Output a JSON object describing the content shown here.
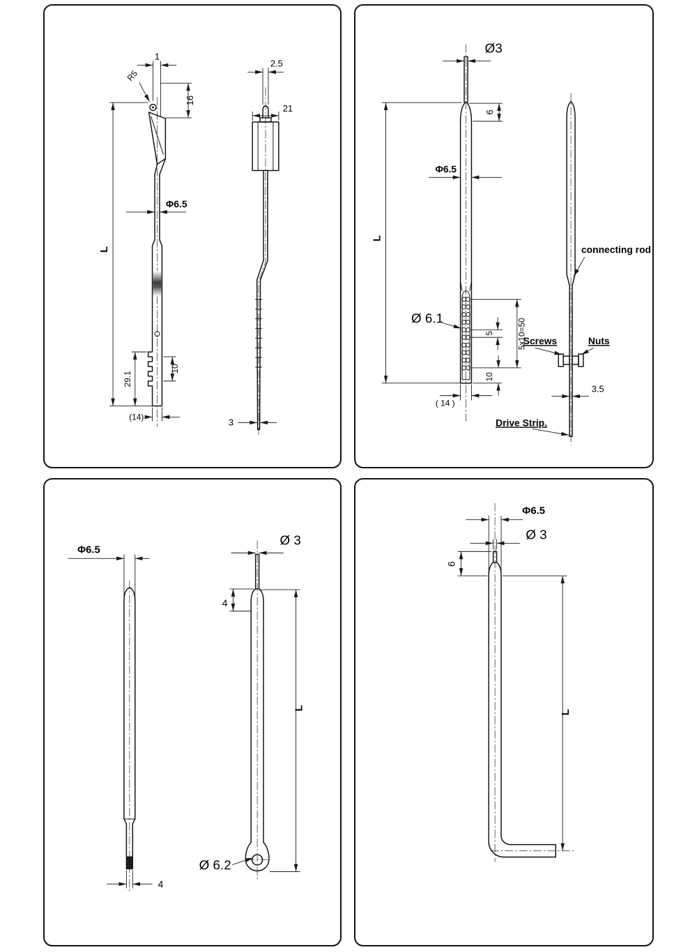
{
  "colors": {
    "ink": "#141414",
    "paper": "#ffffff"
  },
  "panels": [
    {
      "dims": {
        "tip_offset": "1",
        "radius": "R5",
        "head_height": "16",
        "rod_dia": "Φ6.5",
        "length": "L",
        "notch_pitch": "10",
        "notch_span": "29.1",
        "overall_width": "(14)",
        "knob_width": "2.5",
        "block_width": "21",
        "strip_width": "3"
      }
    },
    {
      "dims": {
        "tip_dia": "Ø3",
        "tip_height": "6",
        "rod_dia": "Φ6.5",
        "length": "L",
        "hole_dia": "Ø 6.1",
        "hole_pitch": "5",
        "hole_series": "5x10=50",
        "tail_length": "10",
        "overall_width": "( 14 )",
        "strip_width": "3.5"
      },
      "labels": {
        "connecting_rod": "connecting rod",
        "screws": "Screws",
        "nuts": "Nuts",
        "drive_strip": "Drive Strip."
      }
    },
    {
      "dims": {
        "rod_dia": "Φ6.5",
        "tip_dia": "Ø 3",
        "tip_length": "4",
        "length": "L",
        "blade_width": "4",
        "eye_dia": "Ø 6.2"
      }
    },
    {
      "dims": {
        "rod_dia": "Φ6.5",
        "tip_dia": "Ø 3",
        "tip_height": "6",
        "length": "L"
      }
    }
  ]
}
